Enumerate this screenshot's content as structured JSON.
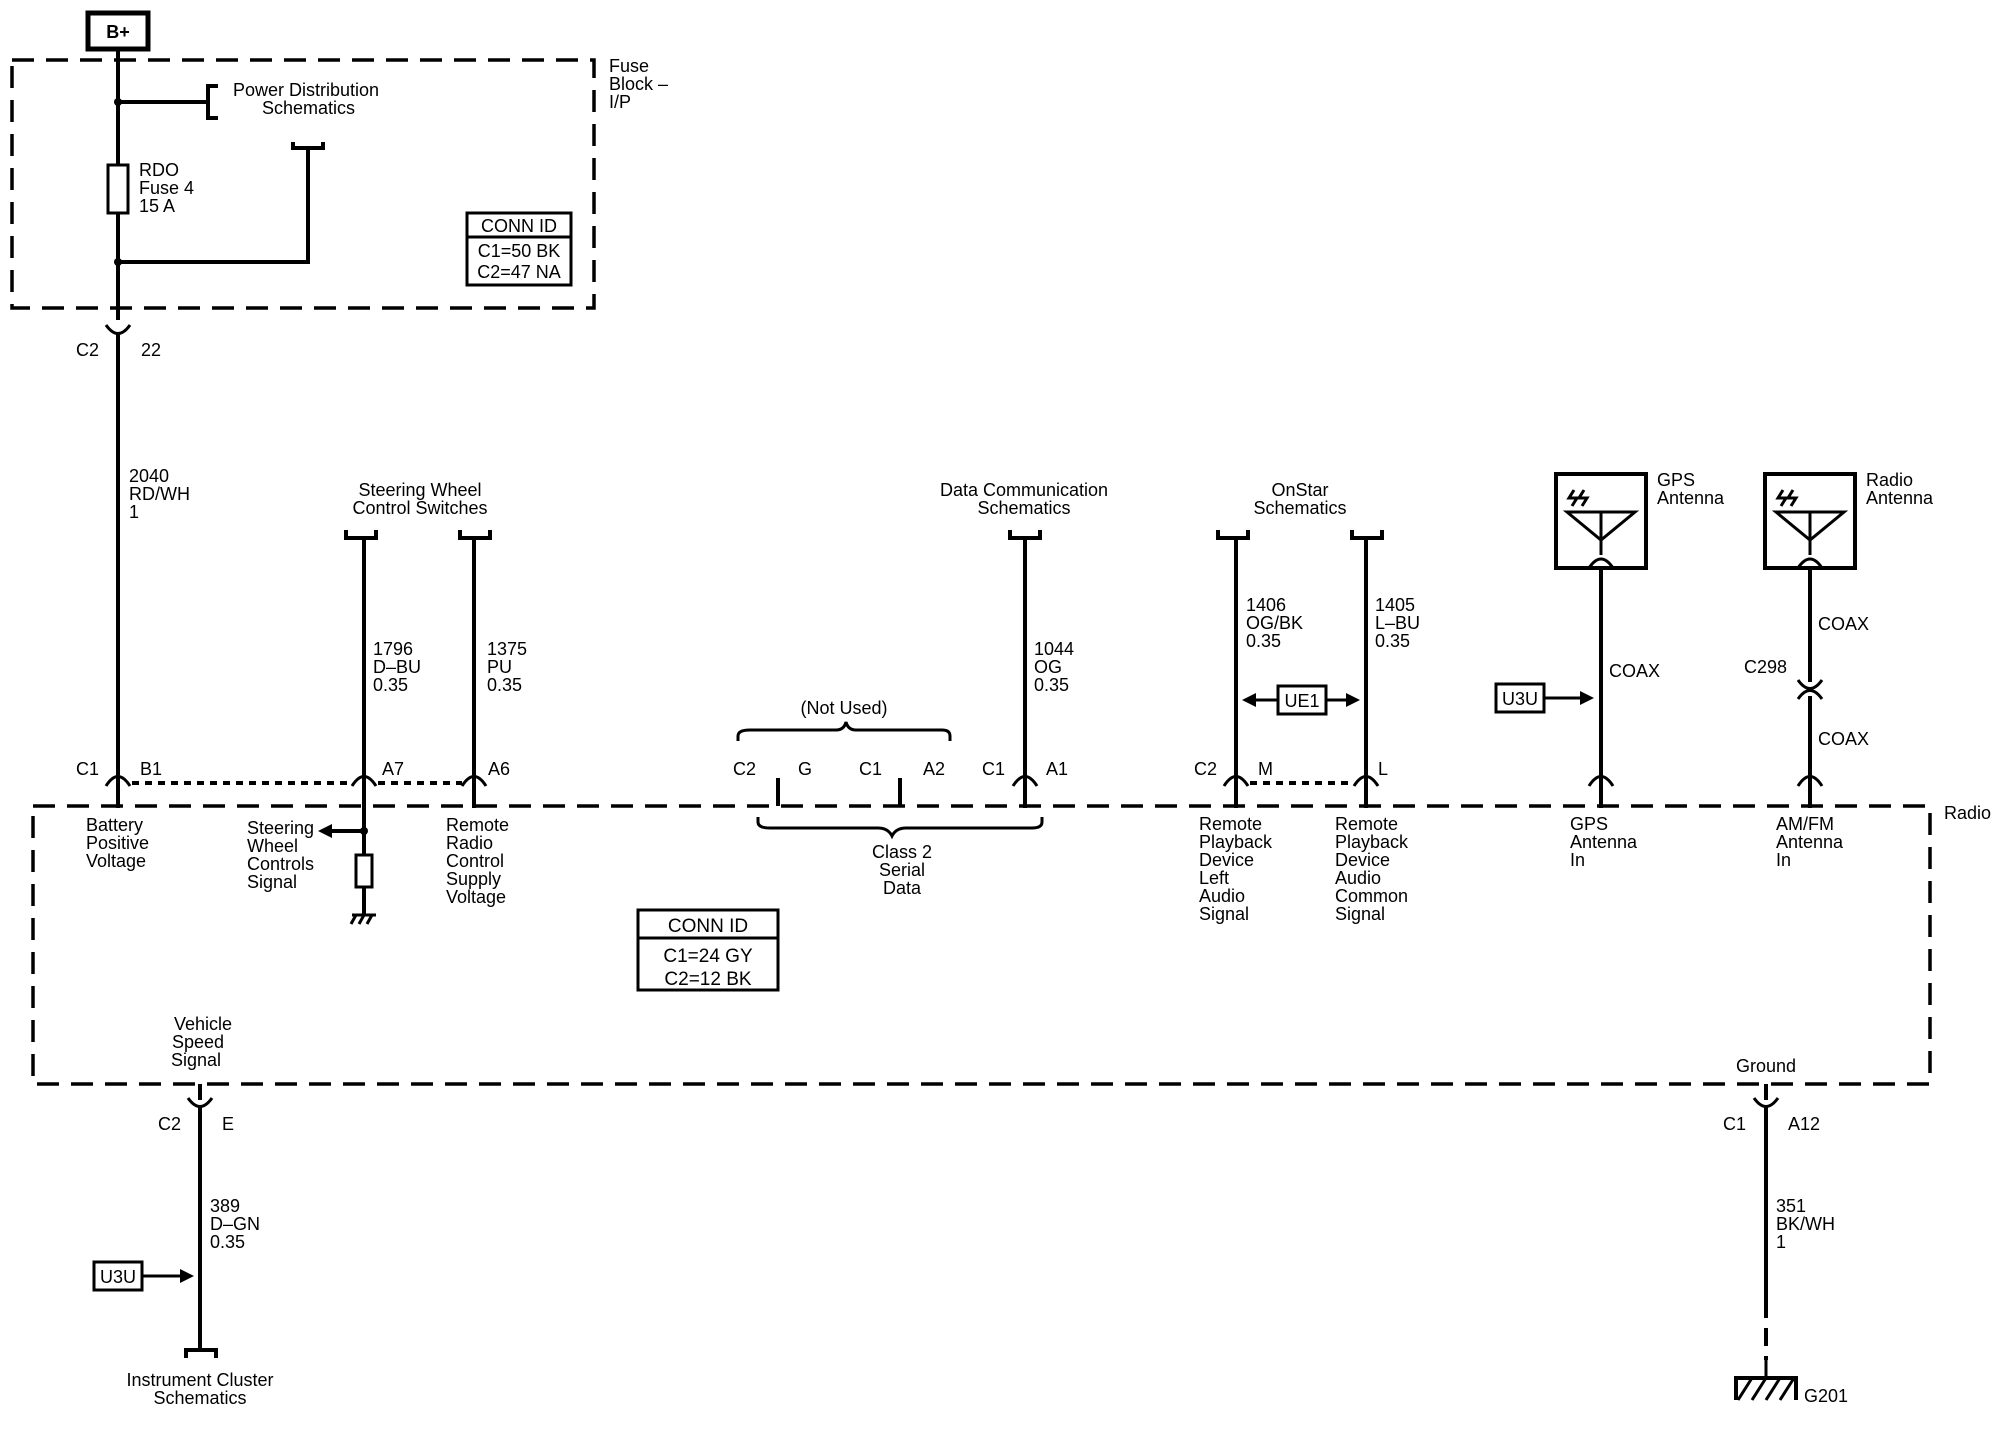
{
  "power_source": {
    "label": "B+"
  },
  "fuse_block": {
    "name_lines": [
      "Fuse",
      "Block –",
      "I/P"
    ],
    "power_dist_lines": [
      "Power Distribution",
      "Schematics"
    ],
    "fuse_lines": [
      "RDO",
      "Fuse 4",
      "15 A"
    ],
    "conn_id_title": "CONN ID",
    "conn_id_lines": [
      "C1=50 BK",
      "C2=47 NA"
    ],
    "out_connector": "C2",
    "out_pin": "22"
  },
  "radio": {
    "name": "Radio",
    "conn_id_title": "CONN ID",
    "conn_id_lines": [
      "C1=24 GY",
      "C2=12 BK"
    ],
    "battery_lines": [
      "Battery",
      "Positive",
      "Voltage"
    ],
    "swc_signal_lines": [
      "Steering",
      "Wheel",
      "Controls",
      "Signal"
    ],
    "remote_supply_lines": [
      "Remote",
      "Radio",
      "Control",
      "Supply",
      "Voltage"
    ],
    "class2_lines": [
      "Class 2",
      "Serial",
      "Data"
    ],
    "not_used": "(Not Used)",
    "rpd_left_lines": [
      "Remote",
      "Playback",
      "Device",
      "Left",
      "Audio",
      "Signal"
    ],
    "rpd_common_lines": [
      "Remote",
      "Playback",
      "Device",
      "Audio",
      "Common",
      "Signal"
    ],
    "gps_in_lines": [
      "GPS",
      "Antenna",
      "In"
    ],
    "amfm_in_lines": [
      "AM/FM",
      "Antenna",
      "In"
    ],
    "vss_lines": [
      "Vehicle",
      "Speed",
      "Signal"
    ],
    "ground": "Ground"
  },
  "pins": {
    "b1": {
      "conn": "C1",
      "pin": "B1"
    },
    "a7": {
      "pin": "A7"
    },
    "a6": {
      "pin": "A6"
    },
    "c2g": {
      "conn": "C2",
      "pin": "G"
    },
    "c1a2": {
      "conn": "C1",
      "pin": "A2"
    },
    "c1a1": {
      "conn": "C1",
      "pin": "A1"
    },
    "c2m": {
      "conn": "C2",
      "pin": "M"
    },
    "l": {
      "pin": "L"
    },
    "vss": {
      "conn": "C2",
      "pin": "E"
    },
    "gnd": {
      "conn": "C1",
      "pin": "A12"
    }
  },
  "wires": {
    "batt": [
      "2040",
      "RD/WH",
      "1"
    ],
    "swc": [
      "1796",
      "D–BU",
      "0.35"
    ],
    "remote": [
      "1375",
      "PU",
      "0.35"
    ],
    "data": [
      "1044",
      "OG",
      "0.35"
    ],
    "left": [
      "1406",
      "OG/BK",
      "0.35"
    ],
    "common": [
      "1405",
      "L–BU",
      "0.35"
    ],
    "vss": [
      "389",
      "D–GN",
      "0.35"
    ],
    "ground": [
      "351",
      "BK/WH",
      "1"
    ]
  },
  "external": {
    "swc_switches": [
      "Steering Wheel",
      "Control Switches"
    ],
    "data_comm": [
      "Data Communication",
      "Schematics"
    ],
    "onstar": [
      "OnStar",
      "Schematics"
    ],
    "gps_antenna": [
      "GPS",
      "Antenna"
    ],
    "radio_antenna": [
      "Radio",
      "Antenna"
    ],
    "instrument_cluster": [
      "Instrument Cluster",
      "Schematics"
    ]
  },
  "options": {
    "ue1": "UE1",
    "u3u_gps": "U3U",
    "u3u_vss": "U3U"
  },
  "coax": {
    "gps": "COAX",
    "radio_top": "COAX",
    "radio_bottom": "COAX",
    "inline_conn": "C298"
  },
  "ground_point": "G201"
}
